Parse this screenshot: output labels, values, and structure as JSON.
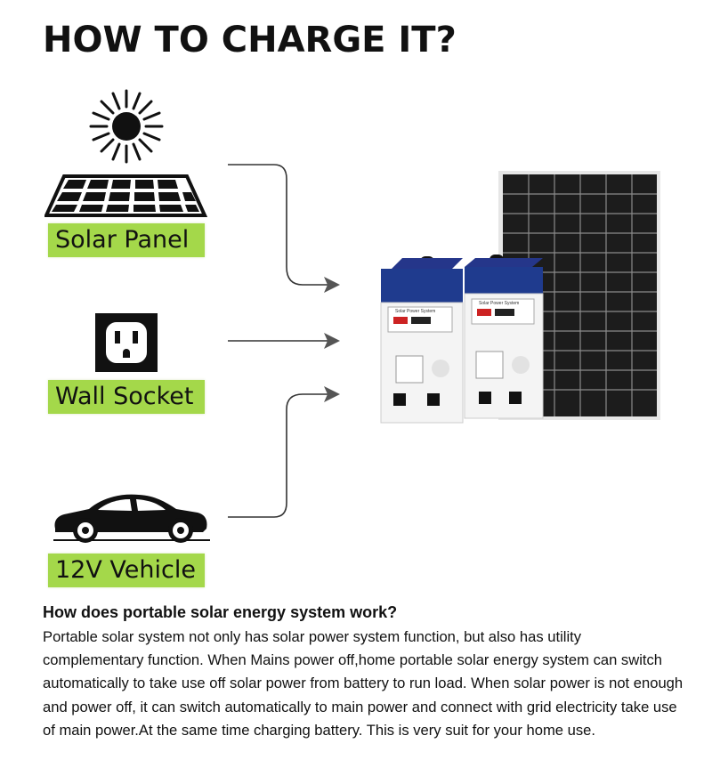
{
  "title": "HOW TO CHARGE IT?",
  "sources": [
    {
      "label": "Solar Panel",
      "icon": "sun-solar-panel-icon"
    },
    {
      "label": "Wall Socket",
      "icon": "wall-socket-icon"
    },
    {
      "label": "12V Vehicle",
      "icon": "car-icon"
    }
  ],
  "device": {
    "unit_label": "Solar Power System"
  },
  "colors": {
    "label_bg": "#a4d84a",
    "device_blue": "#1f3b8e",
    "panel_dark": "#1b1b1b"
  },
  "info": {
    "heading": "How does portable solar energy system work?",
    "paragraph": "Portable solar system not only has solar power system function, but also has utility complementary function. When Mains power off,home portable solar energy system can switch automatically to take use off solar power from battery to run load. When solar power is not enough and power off, it can switch automatically to main power and connect with grid electricity take use of main power.At the same time charging battery. This is very suit for your home use."
  }
}
